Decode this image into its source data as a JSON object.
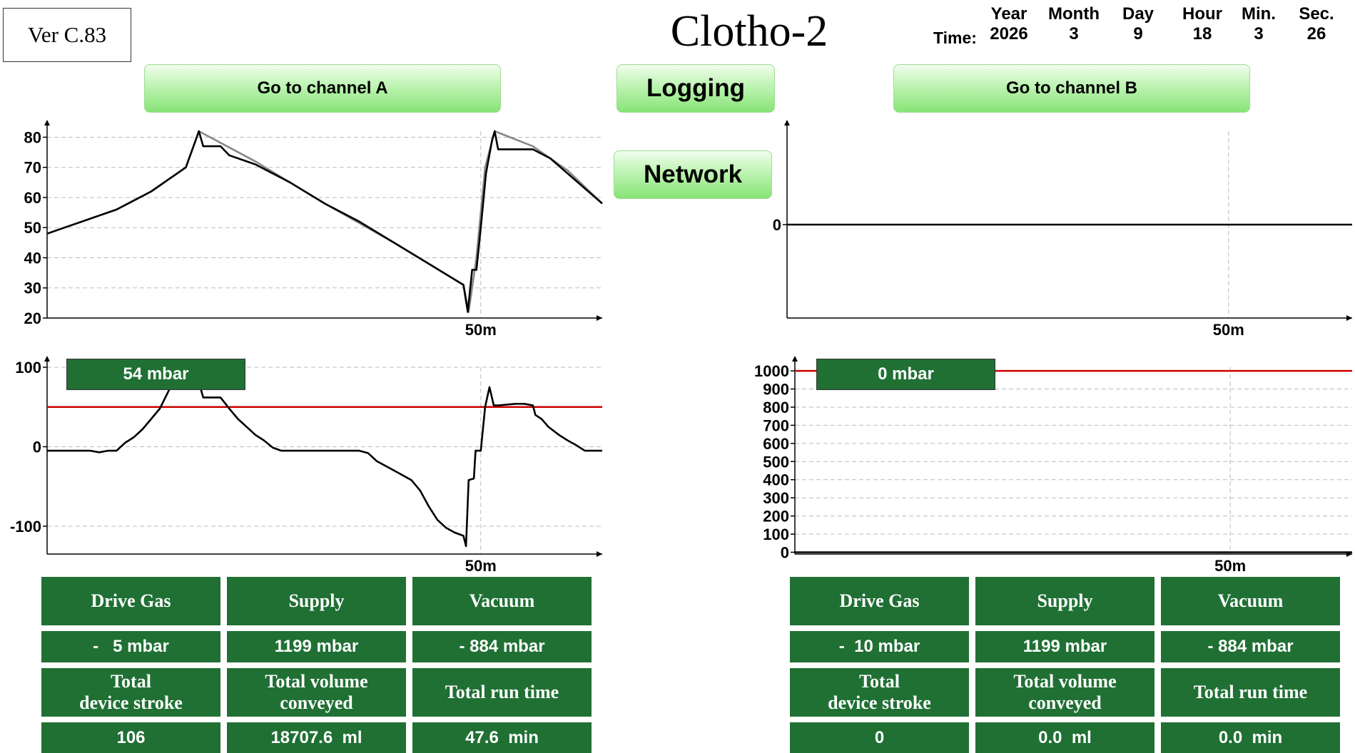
{
  "header": {
    "version": "Ver C.83",
    "app_title": "Clotho-2",
    "time_label": "Time:",
    "time_fields": [
      {
        "label": "Year",
        "value": "2026"
      },
      {
        "label": "Month",
        "value": "3"
      },
      {
        "label": "Day",
        "value": "9"
      },
      {
        "label": "Hour",
        "value": "18"
      },
      {
        "label": "Min.",
        "value": "3"
      },
      {
        "label": "Sec.",
        "value": "26"
      }
    ]
  },
  "buttons": {
    "channel_a": "Go to channel A",
    "channel_b": "Go to channel B",
    "logging": "Logging",
    "network": "Network"
  },
  "colors": {
    "panel_green": "#207034",
    "threshold_red": "#cc0000",
    "button_green": "#88e377"
  },
  "chart_data": [
    {
      "id": "A_top",
      "type": "line",
      "xlim": [
        0,
        64
      ],
      "ylim": [
        20,
        82
      ],
      "yticks": [
        20,
        30,
        40,
        50,
        60,
        70,
        80
      ],
      "xtick_label": "50m",
      "xtick_value": 50,
      "series": [
        {
          "color": "#888888",
          "values": [
            [
              0,
              48
            ],
            [
              4,
              52
            ],
            [
              8,
              56
            ],
            [
              12,
              62
            ],
            [
              16,
              70
            ],
            [
              17.5,
              82
            ],
            [
              24,
              72
            ],
            [
              32,
              58
            ],
            [
              40,
              45
            ],
            [
              48,
              31
            ],
            [
              48.6,
              22
            ],
            [
              49.5,
              40
            ],
            [
              50.5,
              70
            ],
            [
              51.6,
              82
            ],
            [
              56,
              77
            ],
            [
              60,
              69
            ],
            [
              64,
              58
            ]
          ]
        },
        {
          "color": "#000000",
          "values": [
            [
              0,
              48
            ],
            [
              2,
              50
            ],
            [
              4,
              52
            ],
            [
              6,
              54
            ],
            [
              8,
              56
            ],
            [
              10,
              59
            ],
            [
              12,
              62
            ],
            [
              14,
              66
            ],
            [
              16,
              70
            ],
            [
              17,
              78
            ],
            [
              17.5,
              82
            ],
            [
              18,
              77
            ],
            [
              20,
              77
            ],
            [
              21,
              74
            ],
            [
              24,
              71
            ],
            [
              28,
              65
            ],
            [
              32,
              58
            ],
            [
              36,
              52
            ],
            [
              40,
              45
            ],
            [
              44,
              38
            ],
            [
              48,
              31
            ],
            [
              48.5,
              22
            ],
            [
              49,
              36
            ],
            [
              49.5,
              36
            ],
            [
              50,
              50
            ],
            [
              50.6,
              68
            ],
            [
              51.3,
              79
            ],
            [
              51.6,
              82
            ],
            [
              52,
              76
            ],
            [
              54,
              76
            ],
            [
              56,
              76
            ],
            [
              58,
              73
            ],
            [
              60,
              68
            ],
            [
              62,
              63
            ],
            [
              64,
              58
            ]
          ]
        }
      ]
    },
    {
      "id": "A_bottom",
      "type": "line",
      "xlim": [
        0,
        64
      ],
      "ylim": [
        -135,
        100
      ],
      "yticks": [
        -100,
        0,
        100
      ],
      "xtick_label": "50m",
      "xtick_value": 50,
      "threshold": 50,
      "badge": "54 mbar",
      "series": [
        {
          "color": "#000000",
          "values": [
            [
              0,
              -5
            ],
            [
              4,
              -5
            ],
            [
              5,
              -5
            ],
            [
              6,
              -7
            ],
            [
              7,
              -5
            ],
            [
              8,
              -5
            ],
            [
              9,
              5
            ],
            [
              10,
              12
            ],
            [
              11,
              22
            ],
            [
              12,
              35
            ],
            [
              13,
              48
            ],
            [
              14,
              70
            ],
            [
              15,
              92
            ],
            [
              16,
              100
            ],
            [
              17,
              100
            ],
            [
              18,
              62
            ],
            [
              19,
              62
            ],
            [
              20,
              62
            ],
            [
              21,
              48
            ],
            [
              22,
              35
            ],
            [
              23,
              25
            ],
            [
              24,
              15
            ],
            [
              25,
              8
            ],
            [
              26,
              -1
            ],
            [
              27,
              -5
            ],
            [
              28,
              -5
            ],
            [
              30,
              -5
            ],
            [
              34,
              -5
            ],
            [
              36,
              -5
            ],
            [
              37,
              -8
            ],
            [
              38,
              -18
            ],
            [
              40,
              -30
            ],
            [
              42,
              -42
            ],
            [
              43,
              -55
            ],
            [
              44,
              -75
            ],
            [
              45,
              -92
            ],
            [
              46,
              -102
            ],
            [
              47,
              -108
            ],
            [
              48,
              -112
            ],
            [
              48.3,
              -125
            ],
            [
              48.6,
              -42
            ],
            [
              49.2,
              -40
            ],
            [
              49.4,
              -5
            ],
            [
              50,
              -5
            ],
            [
              50.5,
              50
            ],
            [
              51,
              75
            ],
            [
              51.5,
              52
            ],
            [
              52,
              52
            ],
            [
              54,
              54
            ],
            [
              55,
              54
            ],
            [
              56,
              52
            ],
            [
              56.3,
              40
            ],
            [
              57,
              35
            ],
            [
              57.8,
              25
            ],
            [
              59,
              15
            ],
            [
              60,
              8
            ],
            [
              61,
              2
            ],
            [
              62,
              -5
            ],
            [
              63,
              -5
            ],
            [
              64,
              -5
            ]
          ]
        }
      ]
    },
    {
      "id": "B_top",
      "type": "line",
      "xlim": [
        0,
        64
      ],
      "ylim": [
        -100,
        100
      ],
      "yticks": [
        0
      ],
      "xtick_label": "50m",
      "xtick_value": 50,
      "series": [
        {
          "color": "#000000",
          "values": [
            [
              0,
              0
            ],
            [
              64,
              0
            ]
          ]
        }
      ]
    },
    {
      "id": "B_bottom",
      "type": "line",
      "xlim": [
        0,
        64
      ],
      "ylim": [
        -10,
        1020
      ],
      "yticks": [
        0,
        100,
        200,
        300,
        400,
        500,
        600,
        700,
        800,
        900,
        1000
      ],
      "xtick_label": "50m",
      "xtick_value": 50,
      "threshold": 1000,
      "badge": "0 mbar",
      "series": [
        {
          "color": "#000000",
          "values": [
            [
              0,
              0
            ],
            [
              64,
              0
            ]
          ]
        }
      ]
    }
  ],
  "panels": {
    "a": {
      "headers": [
        "Drive Gas",
        "Supply",
        "Vacuum"
      ],
      "values": [
        "-   5 mbar",
        "1199 mbar",
        "- 884 mbar"
      ],
      "totals_labels": [
        "Total\ndevice stroke",
        "Total volume\nconveyed",
        "Total run time"
      ],
      "totals_values": [
        "106",
        "18707.6  ml",
        "47.6  min"
      ]
    },
    "b": {
      "headers": [
        "Drive Gas",
        "Supply",
        "Vacuum"
      ],
      "values": [
        "-  10 mbar",
        "1199 mbar",
        "- 884 mbar"
      ],
      "totals_labels": [
        "Total\ndevice stroke",
        "Total volume\nconveyed",
        "Total run time"
      ],
      "totals_values": [
        "0",
        "0.0  ml",
        "0.0  min"
      ]
    }
  }
}
